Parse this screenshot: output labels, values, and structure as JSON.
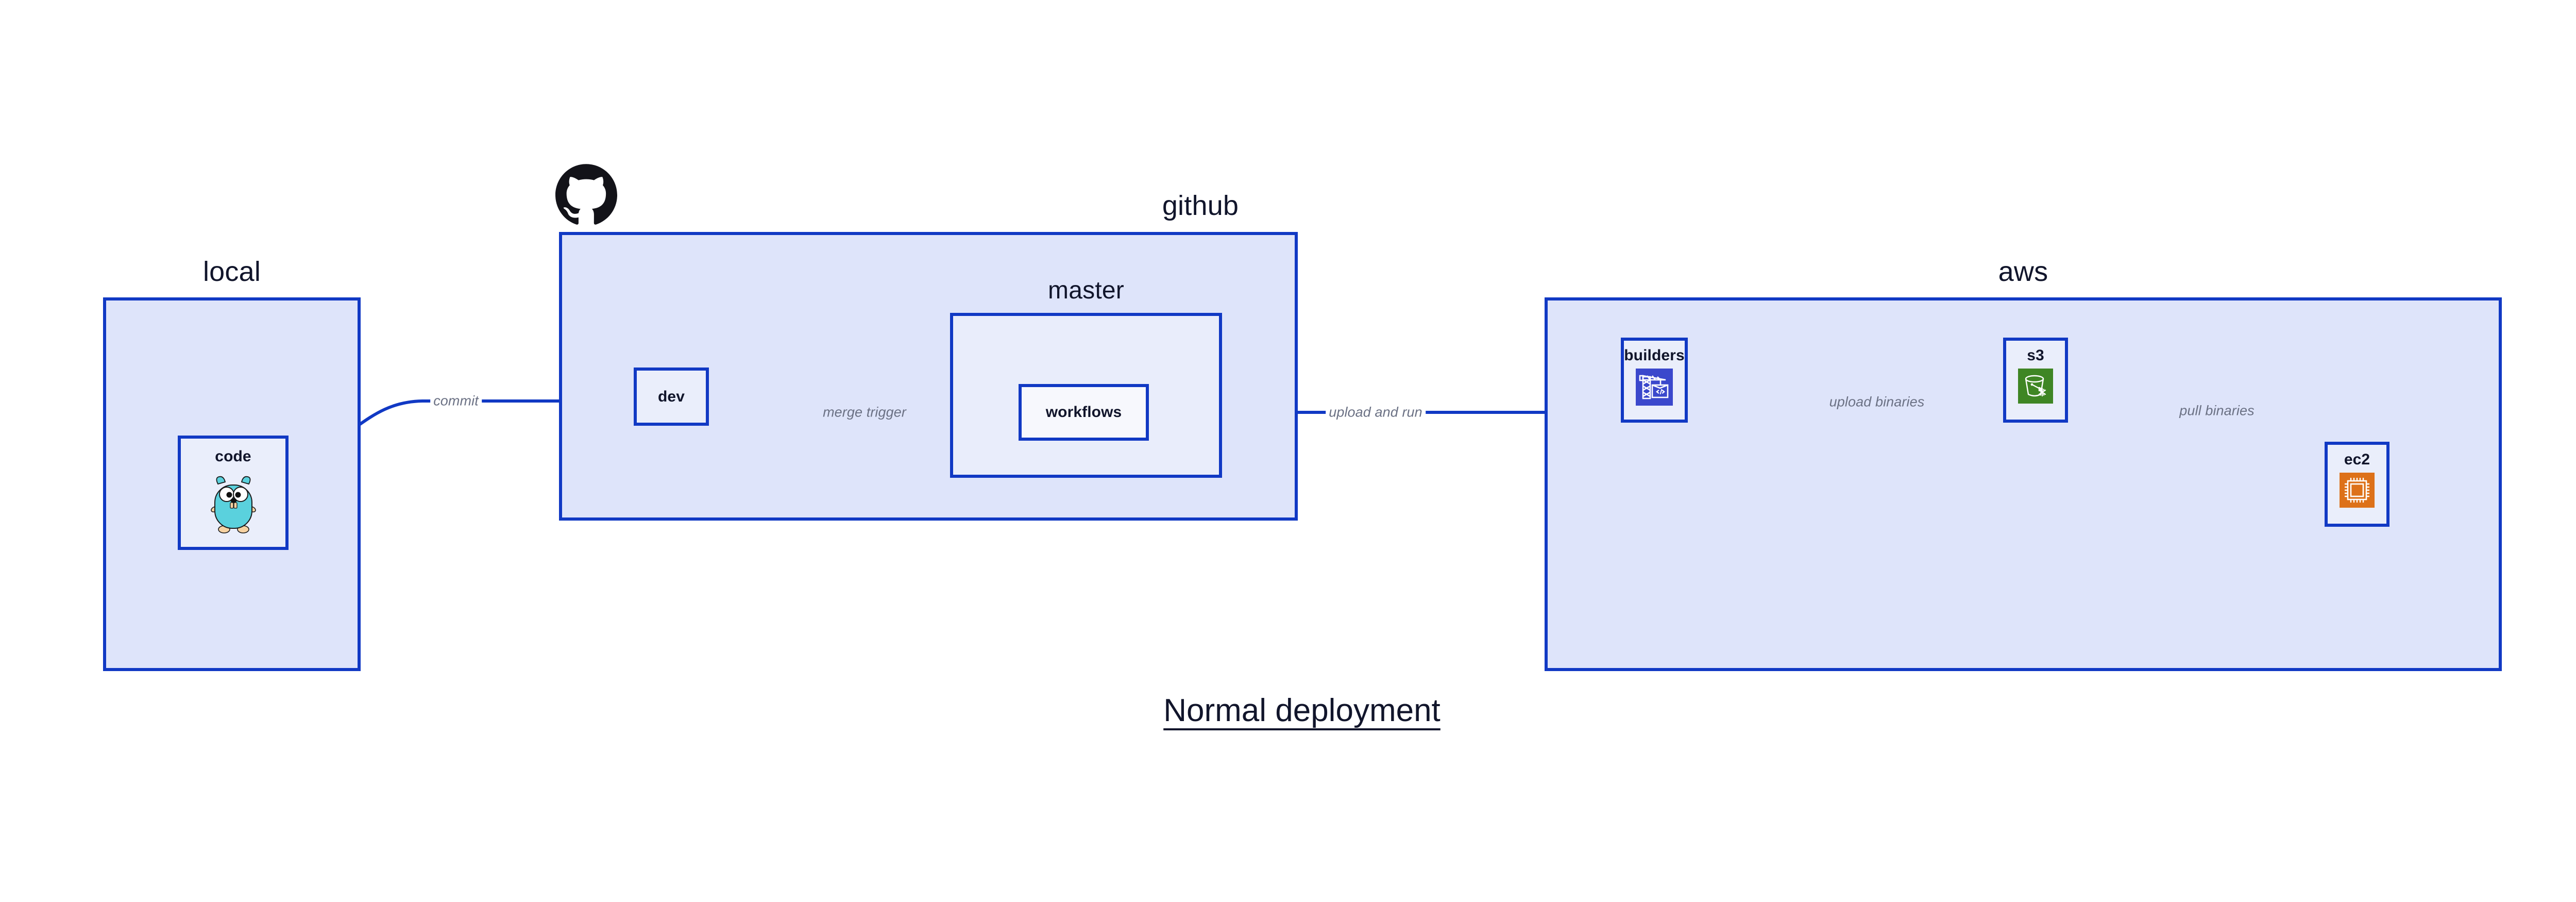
{
  "diagram": {
    "title": "Normal deployment",
    "background_color": "#ffffff",
    "accent_color": "#1139c4",
    "group_fill": "#dee4fa",
    "node_fill": "#eaeefb",
    "text_color": "#11152b",
    "edge_label_color": "#6b7184"
  },
  "groups": [
    {
      "id": "local",
      "label": "local",
      "nodes": [
        {
          "id": "code",
          "label": "code",
          "icon": "golang-gopher-icon"
        }
      ]
    },
    {
      "id": "github",
      "label": "github",
      "logo": "github-octocat-icon",
      "nodes": [
        {
          "id": "dev",
          "label": "dev",
          "icon": "none"
        }
      ],
      "subgroups": [
        {
          "id": "master",
          "label": "master",
          "nodes": [
            {
              "id": "workflows",
              "label": "workflows",
              "icon": "none"
            }
          ]
        }
      ]
    },
    {
      "id": "aws",
      "label": "aws",
      "nodes": [
        {
          "id": "builders",
          "label": "builders",
          "icon": "aws-codebuild-crane-icon",
          "icon_color": "#3b48cc"
        },
        {
          "id": "s3",
          "label": "s3",
          "icon": "aws-s3-glacier-bucket-icon",
          "icon_color": "#3f8624"
        },
        {
          "id": "ec2",
          "label": "ec2",
          "icon": "aws-ec2-chip-icon",
          "icon_color": "#dd7119"
        }
      ]
    }
  ],
  "edges": [
    {
      "id": "code-to-dev",
      "label": "commit",
      "from": "code",
      "to": "dev"
    },
    {
      "id": "dev-to-workflows",
      "label": "merge trigger",
      "from": "dev",
      "to": "workflows"
    },
    {
      "id": "workflows-to-builders",
      "label": "upload and run",
      "from": "workflows",
      "to": "builders"
    },
    {
      "id": "builders-to-s3",
      "label": "upload binaries",
      "from": "builders",
      "to": "s3"
    },
    {
      "id": "s3-to-ec2",
      "label": "pull binaries",
      "from": "s3",
      "to": "ec2"
    }
  ]
}
